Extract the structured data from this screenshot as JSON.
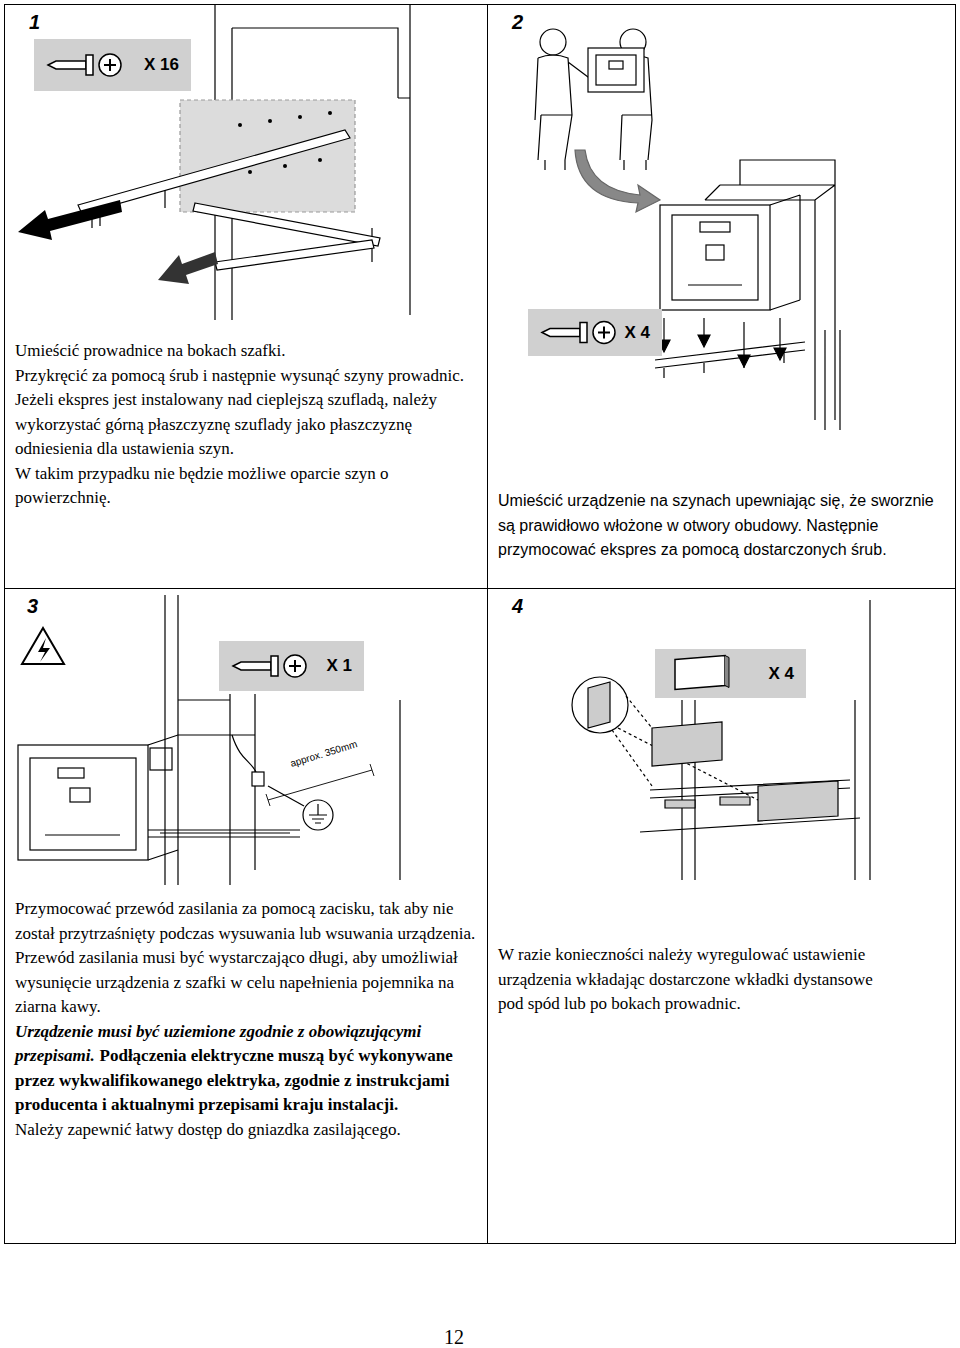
{
  "diagram": {
    "nodes": [
      {
        "text": [
          "1",
          "Umieścić prowadnice na bokach szafki.",
          "Przykręcić za pomocą śrub i następnie wysunąć szyny prowadnic.",
          "Jeżeli ekspres jest instalowany nad cieplejszą szufladą, należy wykorzystać górną płaszczyznę szuflady jako płaszczyznę odniesienia dla ustawienia szyn.",
          "W takim przypadku nie będzie możliwe oparcie szyn o powierzchnię."
        ]
      },
      {
        "text": [
          "X 16"
        ],
        "in": 0
      },
      {
        "text": [
          "2",
          "Umieścić urządzenie na szynach upewniając się, że sworznie są prawidłowo włożone w otwory obudowy. Następnie przymocować ekspres za pomocą dostarczonych śrub."
        ]
      },
      {
        "text": [
          "X 4"
        ],
        "in": 2
      },
      {
        "text": [
          "3",
          "Przymocować przewód zasilania za pomocą zacisku, tak aby nie został przytrzaśnięty podczas wysuwania lub wsuwania urządzenia.",
          "Przewód zasilania musi być wystarczająco długi, aby umożliwiał wysunięcie urządzenia z szafki w celu napełnienia pojemnika na ziarna kawy.",
          "Urządzenie musi być uziemione zgodnie z obowiązującymi przepisami.",
          "Podłączenia elektryczne muszą być wykonywane przez wykwalifikowanego elektryka, zgodnie z instrukcjami producenta i aktualnymi przepisami kraju instalacji.",
          "Należy zapewnić łatwy dostęp do gniazdka zasilającego."
        ]
      },
      {
        "text": [
          "X 1"
        ],
        "in": 4
      },
      {
        "text": [
          "4",
          "W razie konieczności należy wyregulować ustawienie urządzenia wkładając dostarczone wkładki dystansowe pod spód lub po bokach prowadnic."
        ]
      },
      {
        "text": [
          "X 4"
        ],
        "in": 6
      }
    ],
    "labels": [
      "approx. 350mm",
      "12"
    ]
  }
}
